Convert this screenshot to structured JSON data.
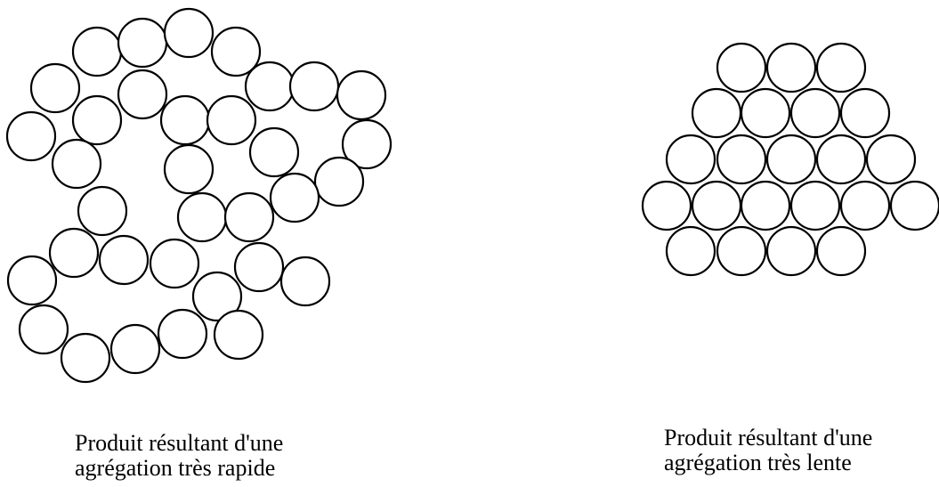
{
  "left_cluster": {
    "caption_line1": "Produit résultant d'une",
    "caption_line2": "agrégation très rapide"
  },
  "right_cluster": {
    "caption_line1": "Produit résultant d'une",
    "caption_line2": "agrégation très lente"
  }
}
